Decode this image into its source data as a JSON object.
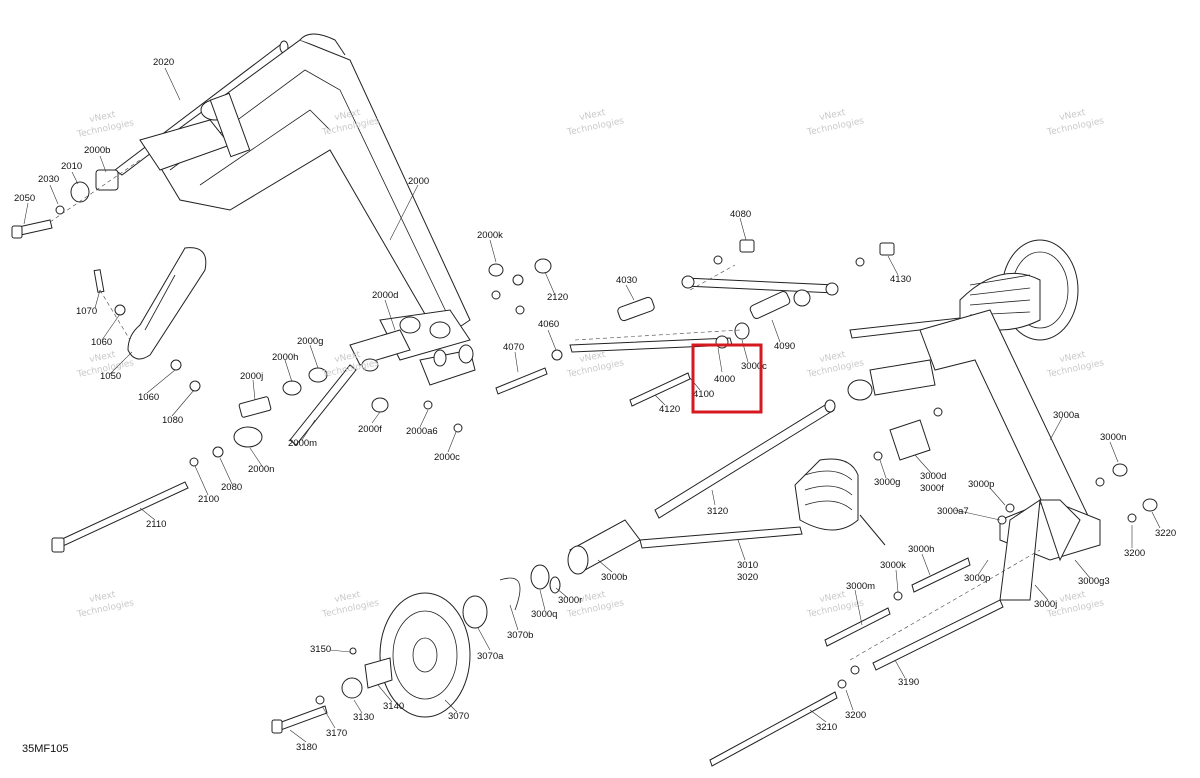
{
  "drawing_code": "35MF105",
  "watermark_line1": "vNext",
  "watermark_line2": "Technologies",
  "highlight_color": "#d6181f",
  "callouts": [
    "2020",
    "2000b",
    "2010",
    "2030",
    "2050",
    "2000",
    "2000k",
    "2120",
    "2000d",
    "1070",
    "1060",
    "1050",
    "1060",
    "1080",
    "2000g",
    "2000h",
    "2000j",
    "2000m",
    "2000n",
    "2080",
    "2100",
    "2110",
    "2000f",
    "2000a6",
    "2000c",
    "4080",
    "4130",
    "4030",
    "4060",
    "4070",
    "4000",
    "4100",
    "4120",
    "3000c",
    "4090",
    "3000a",
    "3000n",
    "3000d",
    "3000f",
    "3000g",
    "3120",
    "3000p",
    "3000a7",
    "3200",
    "3220",
    "3010",
    "3020",
    "3000b",
    "3000r",
    "3000q",
    "3070b",
    "3070a",
    "3070",
    "3000k",
    "3000h",
    "3000m",
    "3000p",
    "3000j",
    "3000g3",
    "3150",
    "3140",
    "3130",
    "3170",
    "3180",
    "3190",
    "3200",
    "3210"
  ]
}
